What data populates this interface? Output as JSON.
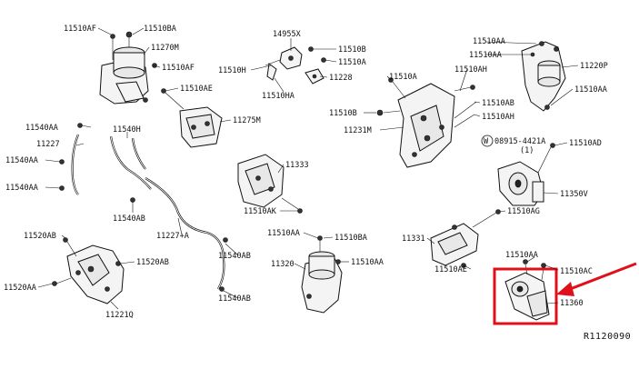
{
  "accent_color": "#e0101a",
  "reference_code": "R1120090",
  "callouts": {
    "c01": "11510AF",
    "c02": "11510BA",
    "c03": "11270M",
    "c04": "11510AF",
    "c05": "11510AE",
    "c06": "11275M",
    "c07": "14955X",
    "c08": "11510B",
    "c09": "11510H",
    "c10": "11510A",
    "c11": "11510HA",
    "c12": "11228",
    "c13": "11510AA",
    "c14": "11510AA",
    "c15": "11220P",
    "c16": "11510AA",
    "c17": "11510AH",
    "c18": "11510A",
    "c19": "11510AB",
    "c20": "11510AH",
    "c21": "11510B",
    "c22": "11231M",
    "c23": "11540AA",
    "c24": "11227",
    "c25": "11540H",
    "c26": "11540AA",
    "c27": "11540AA",
    "c28": "11333",
    "c29": "08915-4421A",
    "c30": "(1)",
    "c31": "11510AD",
    "c32": "11350V",
    "c33": "11540AB",
    "c34": "11510AK",
    "c35": "11510AG",
    "c36": "11520AB",
    "c37": "11227+A",
    "c38": "11510AA",
    "c39": "11510BA",
    "c40": "11331",
    "c41": "11540AB",
    "c42": "11520AB",
    "c43": "11320",
    "c44": "11510AA",
    "c45": "11510AA",
    "c46": "11510AE",
    "c47": "11510AC",
    "c48": "11520AA",
    "c49": "11540AB",
    "c50": "11360",
    "c51": "11221Q"
  },
  "washer_symbol": "W"
}
